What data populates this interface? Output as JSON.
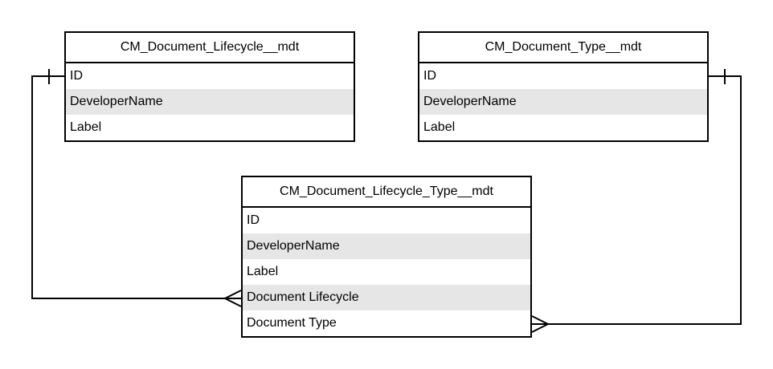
{
  "diagram": {
    "entities": {
      "lifecycle": {
        "title": "CM_Document_Lifecycle__mdt",
        "fields": [
          "ID",
          "DeveloperName",
          "Label"
        ]
      },
      "type": {
        "title": "CM_Document_Type__mdt",
        "fields": [
          "ID",
          "DeveloperName",
          "Label"
        ]
      },
      "lifecycle_type": {
        "title": "CM_Document_Lifecycle_Type__mdt",
        "fields": [
          "ID",
          "DeveloperName",
          "Label",
          "Document Lifecycle",
          "Document Type"
        ]
      }
    },
    "relationships": [
      {
        "from": "CM_Document_Lifecycle__mdt.ID",
        "to": "CM_Document_Lifecycle_Type__mdt.Document Lifecycle",
        "from_cardinality": "one",
        "to_cardinality": "many"
      },
      {
        "from": "CM_Document_Type__mdt.ID",
        "to": "CM_Document_Lifecycle_Type__mdt.Document Type",
        "from_cardinality": "one",
        "to_cardinality": "many"
      }
    ],
    "colors": {
      "line": "#000000",
      "alt_row": "#e6e6e6",
      "background": "#ffffff"
    }
  }
}
